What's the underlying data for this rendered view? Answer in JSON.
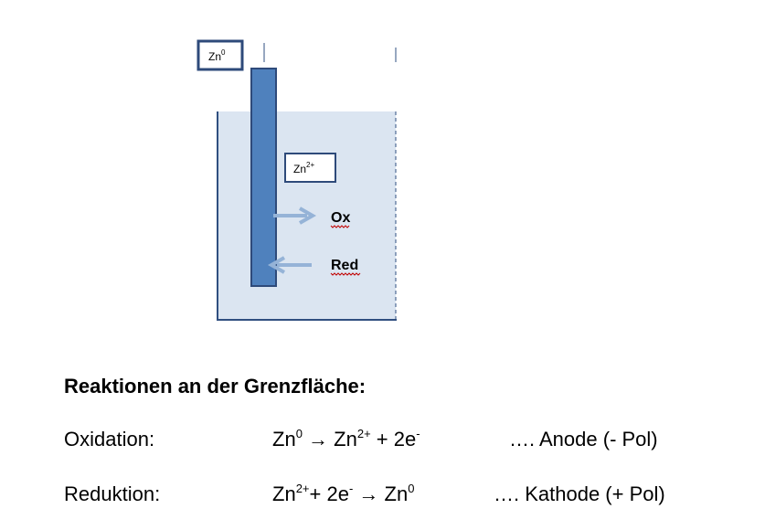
{
  "diagram": {
    "electrode_label": "Zn",
    "electrode_label_sup": "0",
    "ion_label": "Zn",
    "ion_label_sup": "2+",
    "arrow_out_label": "Ox",
    "arrow_in_label": "Red",
    "colors": {
      "electrode": "#4f81bd",
      "electrode_border": "#2e4a7a",
      "solution": "#dbe5f1",
      "vessel": "#2f4f80",
      "arrow": "#95b3d7"
    }
  },
  "reactions": {
    "heading": "Reaktionen an der Grenzfläche:",
    "oxidation": {
      "name": "Oxidation:",
      "eq_zn": "Zn",
      "eq_zn_sup": "0",
      "eq_arrow": "→",
      "eq_product": "Zn",
      "eq_product_sup": "2+",
      "eq_plus": " + 2e",
      "eq_e_sup": "-",
      "electrode": "…. Anode (- Pol)"
    },
    "reduction": {
      "name": "Reduktion:",
      "eq_ion": "Zn",
      "eq_ion_sup": "2+",
      "eq_plus": "+ 2e",
      "eq_e_sup": "-",
      "eq_arrow": " → ",
      "eq_product": "Zn",
      "eq_product_sup": "0",
      "electrode": "…. Kathode (+ Pol)"
    }
  }
}
